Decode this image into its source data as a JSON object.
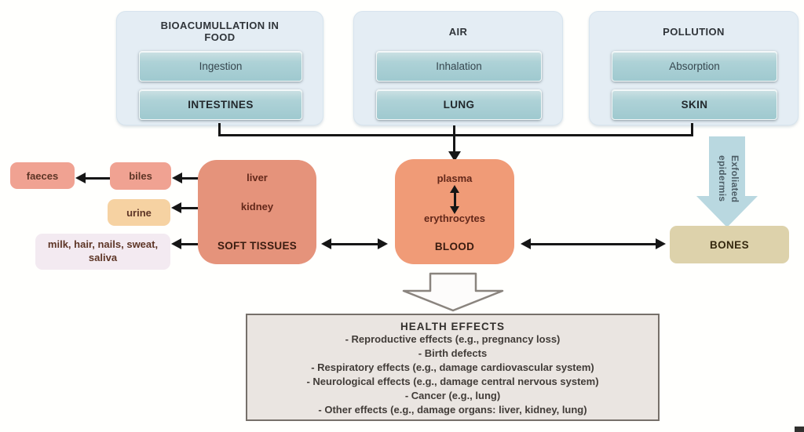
{
  "pathways": [
    {
      "title": "BIOACUMULLATION IN FOOD",
      "route": "Ingestion",
      "organ": "INTESTINES"
    },
    {
      "title": "AIR",
      "route": "Inhalation",
      "organ": "LUNG"
    },
    {
      "title": "POLLUTION",
      "route": "Absorption",
      "organ": "SKIN"
    }
  ],
  "excretion": {
    "faeces": "faeces",
    "biles": "biles",
    "urine": "urine",
    "other": "milk, hair, nails, sweat, saliva"
  },
  "soft_tissues": {
    "organ1": "liver",
    "organ2": "kidney",
    "label": "SOFT TISSUES"
  },
  "blood": {
    "component1": "plasma",
    "component2": "erythrocytes",
    "label": "BLOOD"
  },
  "bones": {
    "label": "BONES"
  },
  "epidermis_arrow": {
    "line1": "Exfoliated",
    "line2": "epidermis"
  },
  "health_effects": {
    "title": "HEALTH EFFECTS",
    "items": [
      "- Reproductive effects (e.g., pregnancy loss)",
      "- Birth defects",
      "- Respiratory effects (e.g., damage cardiovascular system)",
      "- Neurological effects (e.g., damage central nervous system)",
      "- Cancer (e.g., lung)",
      "- Other effects (e.g., damage organs: liver, kidney, lung)"
    ]
  },
  "colors": {
    "panel_bg": "#e4edf4",
    "button_teal": "#a5cdd3",
    "salmon": "#f0a292",
    "peach": "#f6d2a2",
    "lavender": "#f3eaf1",
    "soft_tissues_coral": "#e5937b",
    "blood_orange": "#f09b77",
    "bones_tan": "#ddd2ab",
    "epidermis_blue": "#b9d8e0",
    "health_bg": "#eae5e1",
    "arrow_black": "#161616"
  }
}
